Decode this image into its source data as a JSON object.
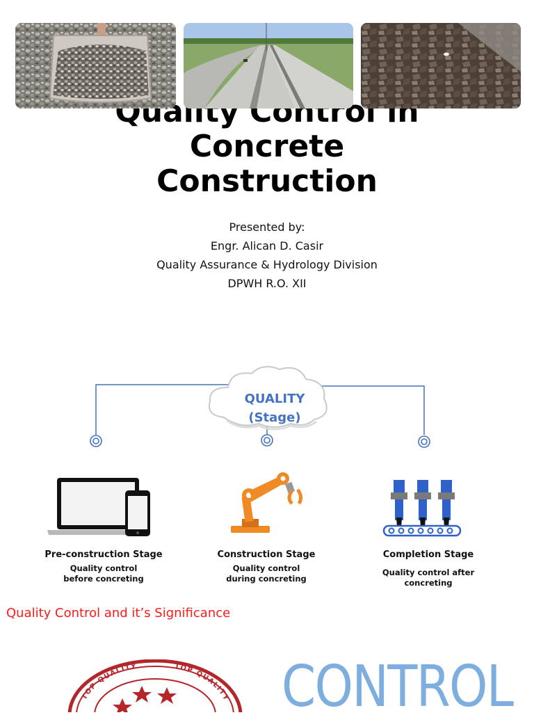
{
  "title": {
    "line1": "Quality Control in",
    "line2": "Concrete",
    "line3": "Construction"
  },
  "presenter": {
    "label": "Presented by:",
    "name": "Engr. Alican D. Casir",
    "division": "Quality Assurance & Hydrology Division",
    "office": "DPWH R.O. XII"
  },
  "diagram": {
    "center_label_line1": "QUALITY",
    "center_label_line2": "(Stage)",
    "accent_color": "#4472c4",
    "stages": [
      {
        "name": "Pre-construction Stage",
        "description": "Quality control before concreting",
        "icon": "laptop-phone-icon"
      },
      {
        "name": "Construction Stage",
        "description": "Quality control during concreting",
        "icon": "robot-arm-icon"
      },
      {
        "name": "Completion Stage",
        "description": "Quality control after concreting",
        "icon": "conveyor-bottles-icon"
      }
    ]
  },
  "section": {
    "heading": "Quality Control and it’s Significance",
    "heading_color": "#ff1a1a"
  },
  "stamp": {
    "text_left": "TOP QUALITY",
    "text_right": "TOP QUALITY"
  },
  "control_word": "CONTROL"
}
